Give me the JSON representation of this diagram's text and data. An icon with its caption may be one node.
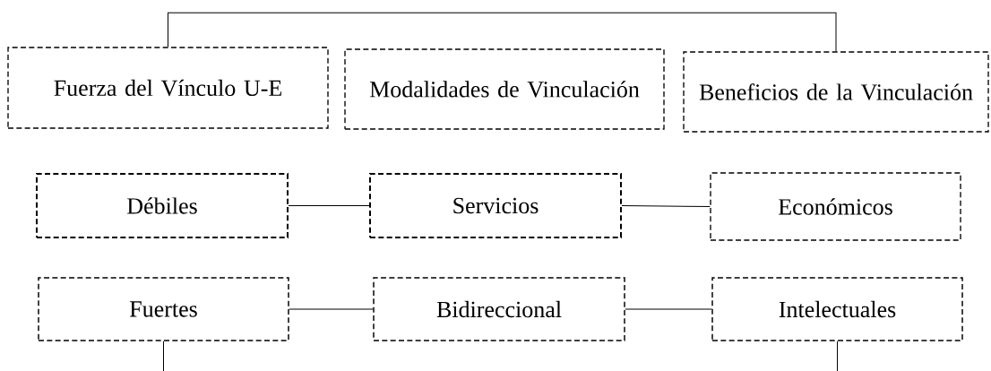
{
  "diagram": {
    "nodes": [
      {
        "text": [
          "Fuerza del Vínculo U-E"
        ]
      },
      {
        "text": [
          "Modalidades de Vinculación"
        ]
      },
      {
        "text": [
          "Beneficios de la Vinculación"
        ]
      },
      {
        "text": [
          "Débiles"
        ]
      },
      {
        "text": [
          "Servicios"
        ]
      },
      {
        "text": [
          "Económicos"
        ]
      },
      {
        "text": [
          "Fuertes"
        ]
      },
      {
        "text": [
          "Bidireccional"
        ]
      },
      {
        "text": [
          "Intelectuales"
        ]
      }
    ],
    "edges": [
      {
        "from": 0,
        "to": 2,
        "arrow": "none"
      },
      {
        "from": 3,
        "to": 4,
        "arrow": "none"
      },
      {
        "from": 4,
        "to": 5,
        "arrow": "none"
      },
      {
        "from": 6,
        "to": 7,
        "arrow": "none"
      },
      {
        "from": 7,
        "to": 8,
        "arrow": "none"
      },
      {
        "from": 6,
        "to": null,
        "arrow": "none"
      },
      {
        "from": 8,
        "to": null,
        "arrow": "none"
      }
    ]
  }
}
